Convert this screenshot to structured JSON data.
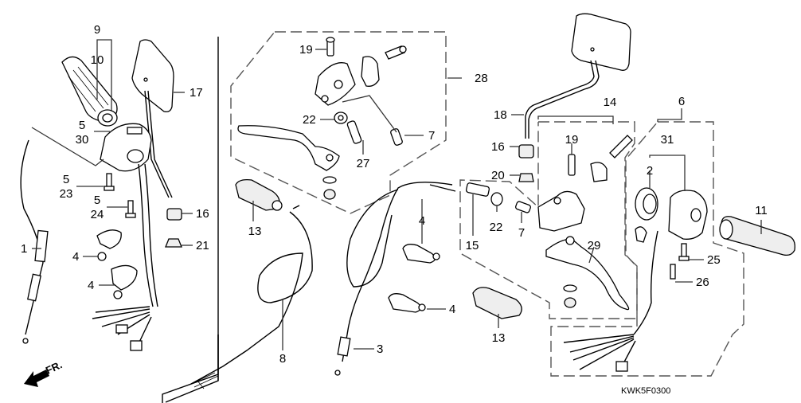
{
  "diagram": {
    "title": "Handlebar / Switch / Cable exploded parts diagram",
    "drawing_code": "KWK5F0300",
    "direction_indicator": "FR.",
    "callouts": [
      {
        "id": "c9",
        "text": "9"
      },
      {
        "id": "c10",
        "text": "10"
      },
      {
        "id": "c17",
        "text": "17"
      },
      {
        "id": "c5a",
        "text": "5"
      },
      {
        "id": "c30",
        "text": "30"
      },
      {
        "id": "c5b",
        "text": "5"
      },
      {
        "id": "c23",
        "text": "23"
      },
      {
        "id": "c5c",
        "text": "5"
      },
      {
        "id": "c24",
        "text": "24"
      },
      {
        "id": "c16a",
        "text": "16"
      },
      {
        "id": "c21",
        "text": "21"
      },
      {
        "id": "c1",
        "text": "1"
      },
      {
        "id": "c4a",
        "text": "4"
      },
      {
        "id": "c4b",
        "text": "4"
      },
      {
        "id": "c19a",
        "text": "19"
      },
      {
        "id": "c28",
        "text": "28"
      },
      {
        "id": "c22a",
        "text": "22"
      },
      {
        "id": "c7a",
        "text": "7"
      },
      {
        "id": "c27",
        "text": "27"
      },
      {
        "id": "c13a",
        "text": "13"
      },
      {
        "id": "c8",
        "text": "8"
      },
      {
        "id": "c4c",
        "text": "4"
      },
      {
        "id": "c4d",
        "text": "4"
      },
      {
        "id": "c3",
        "text": "3"
      },
      {
        "id": "c18",
        "text": "18"
      },
      {
        "id": "c14",
        "text": "14"
      },
      {
        "id": "c16b",
        "text": "16"
      },
      {
        "id": "c19b",
        "text": "19"
      },
      {
        "id": "c20",
        "text": "20"
      },
      {
        "id": "c15",
        "text": "15"
      },
      {
        "id": "c22b",
        "text": "22"
      },
      {
        "id": "c7b",
        "text": "7"
      },
      {
        "id": "c29",
        "text": "29"
      },
      {
        "id": "c13b",
        "text": "13"
      },
      {
        "id": "c6",
        "text": "6"
      },
      {
        "id": "c31",
        "text": "31"
      },
      {
        "id": "c2",
        "text": "2"
      },
      {
        "id": "c11",
        "text": "11"
      },
      {
        "id": "c25",
        "text": "25"
      },
      {
        "id": "c26",
        "text": "26"
      }
    ]
  }
}
